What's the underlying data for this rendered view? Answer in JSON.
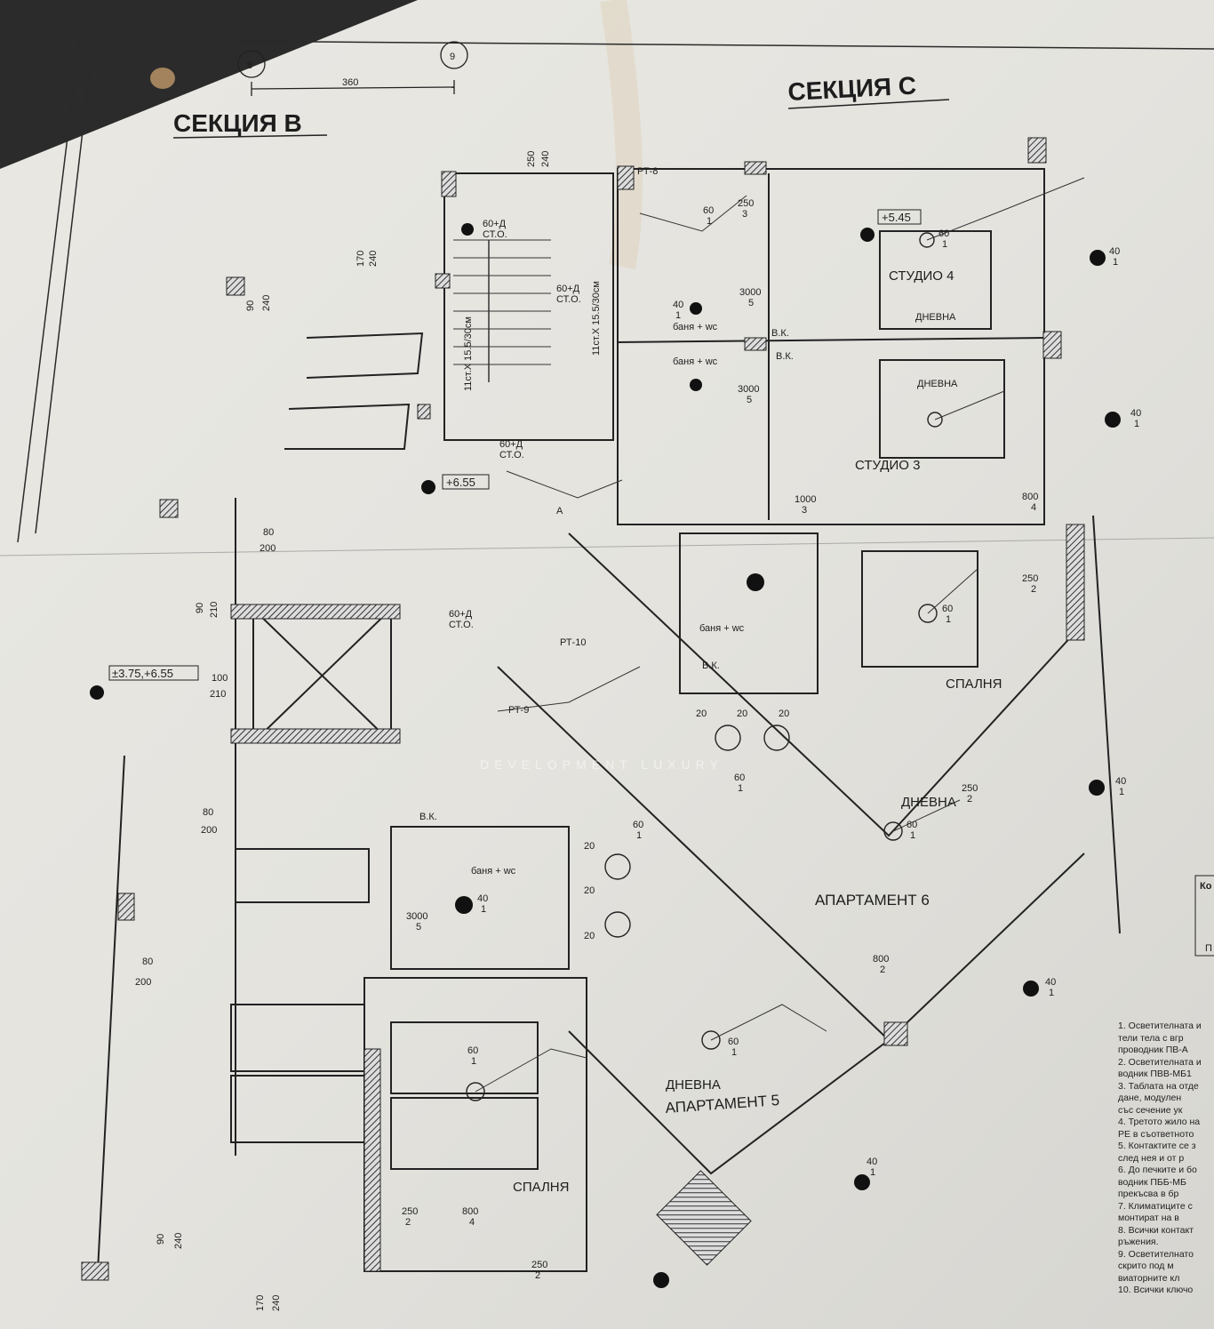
{
  "titles": {
    "section_b": "СЕКЦИЯ В",
    "section_c": "СЕКЦИЯ С"
  },
  "axes": {
    "a8": "8",
    "a9": "9",
    "span": "360"
  },
  "rooms": {
    "studio4": "СТУДИО 4",
    "studio3": "СТУДИО 3",
    "living1": "ДНЕВНА",
    "living2": "ДНЕВНА",
    "bath1": "баня + wc",
    "bath2": "баня + wc",
    "bath3": "баня + wc",
    "bath4": "баня + wc",
    "bedroom_c": "СПАЛНЯ",
    "living_c": "ДНЕВНА",
    "apt6": "АПАРТАМЕНТ 6",
    "living_5": "ДНЕВНА",
    "apt5": "АПАРТАМЕНТ 5",
    "bedroom_5": "СПАЛНЯ"
  },
  "levels": {
    "l545": "+5.45",
    "l655": "+6.55",
    "l375": "±3.75,+6.55"
  },
  "panels": {
    "pt8": "РТ-8",
    "pt9": "РТ-9",
    "pt10": "РТ-10"
  },
  "misc": {
    "stairs": "11ст.Х 15.5/30см",
    "stairs2": "11ст.Х 15.5/30см",
    "vk1": "В.К.",
    "vk2": "В.К.",
    "vk3": "В.К.",
    "vk4": "В.К.",
    "a_mark": "А",
    "lamp1": "60+Д",
    "lamp1b": "СТ.О.",
    "lamp2": "60+Д",
    "lamp2b": "СТ.О.",
    "lamp3": "60+Д",
    "lamp3b": "СТ.О.",
    "lamp4": "60+Д",
    "lamp4b": "СТ.О."
  },
  "doors": [
    "80",
    "200",
    "90",
    "210",
    "100",
    "210",
    "80",
    "200",
    "80",
    "200",
    "90",
    "240",
    "170",
    "240",
    "90",
    "240",
    "170",
    "240",
    "250",
    "240"
  ],
  "labels": [
    "60",
    "1",
    "250",
    "3",
    "40",
    "1",
    "60",
    "1",
    "3000",
    "5",
    "3000",
    "5",
    "1000",
    "3",
    "40",
    "1",
    "40",
    "1",
    "40",
    "1",
    "60",
    "1",
    "20",
    "20",
    "20",
    "60",
    "1",
    "60",
    "1",
    "60",
    "1",
    "250",
    "2",
    "800",
    "2",
    "40",
    "1",
    "250",
    "2",
    "800",
    "4",
    "40",
    "1",
    "60",
    "1",
    "60",
    "1",
    "3000",
    "5",
    "40",
    "1",
    "20",
    "20",
    "20",
    "250",
    "2",
    "800",
    "4",
    "250",
    "2"
  ],
  "watermark": "DEVELOPMENT LUXURY",
  "notes": [
    "1. Осветителната и",
    "   тели тела с вгр",
    "   проводник ПВ-А",
    "2. Осветителната и",
    "   водник ПВВ-МБ1",
    "3. Таблата на отде",
    "   дане, модулен",
    "   със сечение ук",
    "4. Третото жило на",
    "   РЕ в съответното",
    "5. Контактите се з",
    "   след нея и от р",
    "6. До печките и бо",
    "   водник ПББ-МБ",
    "   прекъсва в бр",
    "7. Климатиците с",
    "   монтират на в",
    "8. Всички контакт",
    "   ръжения.",
    "9. Осветителнато",
    "   скрито под м",
    "   виаторните кл",
    "10. Всички ключо"
  ],
  "side_box": {
    "k": "Ко",
    "p": "П"
  }
}
